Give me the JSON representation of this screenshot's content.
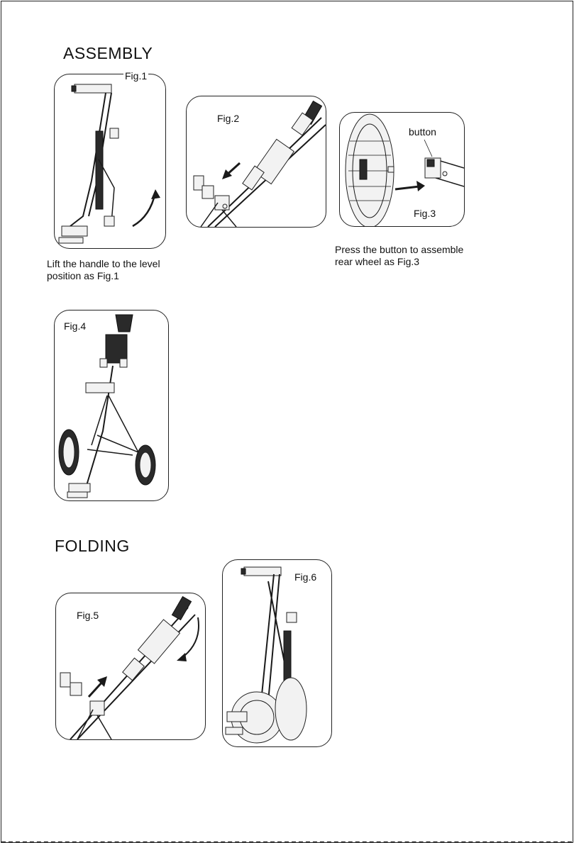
{
  "sections": {
    "assembly_title": "ASSEMBLY",
    "folding_title": "FOLDING"
  },
  "figures": {
    "fig1": "Fig.1",
    "fig2": "Fig.2",
    "fig3": "Fig.3",
    "fig4": "Fig.4",
    "fig5": "Fig.5",
    "fig6": "Fig.6"
  },
  "callouts": {
    "button": "button"
  },
  "captions": {
    "fig1": [
      "Lift the handle to the level",
      "position as Fig.1"
    ],
    "fig3": [
      "Press the button to assemble",
      "rear wheel as Fig.3"
    ]
  },
  "colors": {
    "line": "#1a1a1a",
    "paper": "#ffffff"
  }
}
